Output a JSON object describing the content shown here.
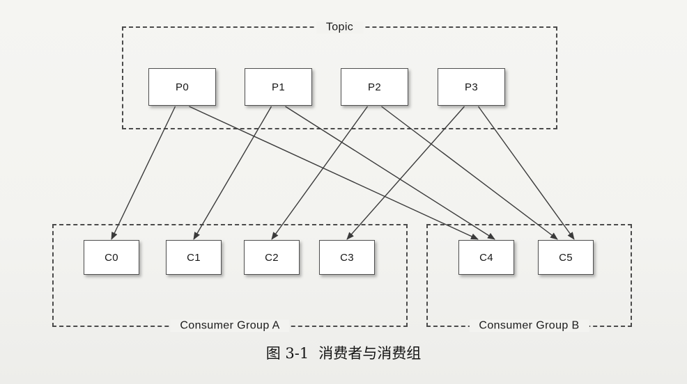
{
  "figure": {
    "topic": {
      "label": "Topic",
      "partitions": [
        {
          "id": "P0",
          "label": "P0"
        },
        {
          "id": "P1",
          "label": "P1"
        },
        {
          "id": "P2",
          "label": "P2"
        },
        {
          "id": "P3",
          "label": "P3"
        }
      ]
    },
    "consumer_groups": [
      {
        "id": "A",
        "label": "Consumer Group A",
        "consumers": [
          {
            "id": "C0",
            "label": "C0"
          },
          {
            "id": "C1",
            "label": "C1"
          },
          {
            "id": "C2",
            "label": "C2"
          },
          {
            "id": "C3",
            "label": "C3"
          }
        ]
      },
      {
        "id": "B",
        "label": "Consumer Group B",
        "consumers": [
          {
            "id": "C4",
            "label": "C4"
          },
          {
            "id": "C5",
            "label": "C5"
          }
        ]
      }
    ],
    "assignments": [
      {
        "from": "P0",
        "to": "C0"
      },
      {
        "from": "P1",
        "to": "C1"
      },
      {
        "from": "P2",
        "to": "C2"
      },
      {
        "from": "P3",
        "to": "C3"
      },
      {
        "from": "P0",
        "to": "C4"
      },
      {
        "from": "P1",
        "to": "C4"
      },
      {
        "from": "P2",
        "to": "C5"
      },
      {
        "from": "P3",
        "to": "C5"
      }
    ],
    "caption": {
      "number": "图 3-1",
      "title": "消费者与消费组"
    }
  },
  "colors": {
    "page_bg": "#f3f3f0",
    "box_fill": "#ffffff",
    "box_border": "#4f4f4f",
    "dashed_border": "#4a4a4a",
    "line": "#3a3a3a",
    "text": "#1a1a1a"
  }
}
